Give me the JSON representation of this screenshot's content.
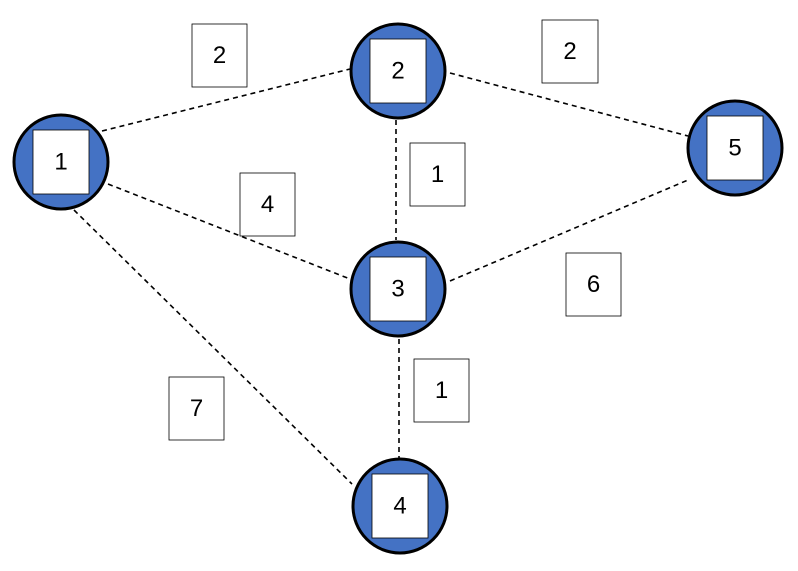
{
  "colors": {
    "node_fill": "#4472C4",
    "node_stroke": "#000000",
    "edge_stroke": "#000000",
    "box_fill": "#FFFFFF"
  },
  "nodes": [
    {
      "id": "1",
      "label": "1"
    },
    {
      "id": "2",
      "label": "2"
    },
    {
      "id": "3",
      "label": "3"
    },
    {
      "id": "4",
      "label": "4"
    },
    {
      "id": "5",
      "label": "5"
    }
  ],
  "edges": [
    {
      "from": "1",
      "to": "2",
      "weight": "2"
    },
    {
      "from": "2",
      "to": "5",
      "weight": "2"
    },
    {
      "from": "2",
      "to": "3",
      "weight": "1"
    },
    {
      "from": "1",
      "to": "3",
      "weight": "4"
    },
    {
      "from": "3",
      "to": "5",
      "weight": "6"
    },
    {
      "from": "3",
      "to": "4",
      "weight": "1"
    },
    {
      "from": "1",
      "to": "4",
      "weight": "7"
    }
  ]
}
